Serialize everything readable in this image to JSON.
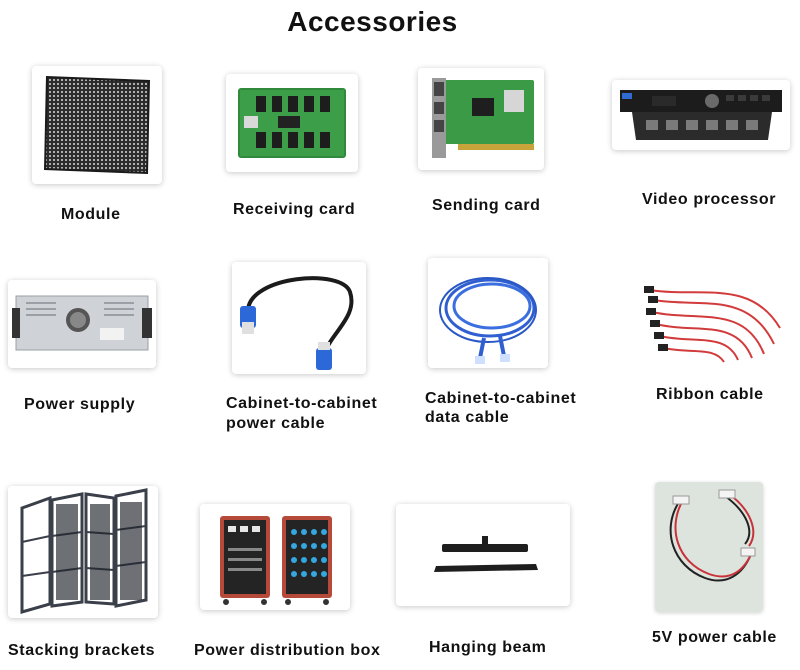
{
  "page": {
    "title": "Accessories"
  },
  "items": [
    {
      "label": "Module",
      "icon": "led-module-icon"
    },
    {
      "label": "Receiving card",
      "icon": "receiving-card-icon"
    },
    {
      "label": "Sending card",
      "icon": "sending-card-icon"
    },
    {
      "label": "Video processor",
      "icon": "video-processor-icon"
    },
    {
      "label": "Power supply",
      "icon": "power-supply-icon"
    },
    {
      "label": "Cabinet-to-cabinet",
      "label_line2": "power cable",
      "icon": "power-cable-icon"
    },
    {
      "label": "Cabinet-to-cabinet",
      "label_line2": "data cable",
      "icon": "data-cable-icon"
    },
    {
      "label": "Ribbon cable",
      "icon": "ribbon-cable-icon"
    },
    {
      "label": "Stacking brackets",
      "icon": "stacking-brackets-icon"
    },
    {
      "label": "Power distribution box",
      "icon": "power-distribution-box-icon"
    },
    {
      "label": "Hanging beam",
      "icon": "hanging-beam-icon"
    },
    {
      "label": "5V power cable",
      "icon": "5v-power-cable-icon"
    }
  ]
}
